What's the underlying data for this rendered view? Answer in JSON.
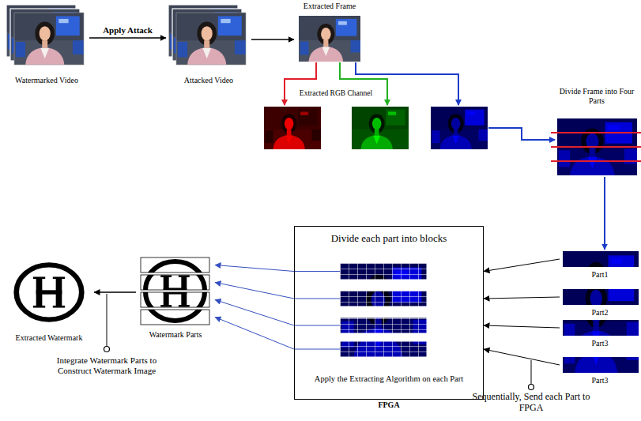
{
  "diagram": {
    "nodes": [
      {
        "text": [
          "Watermarked Video"
        ]
      },
      {
        "text": [
          "Attacked Video"
        ]
      },
      {
        "text": [
          "Extracted Frame"
        ]
      },
      {
        "text": [
          "Divide Frame into Four Parts"
        ]
      },
      {
        "text": [
          "Part1"
        ]
      },
      {
        "text": [
          "Part2"
        ]
      },
      {
        "text": [
          "Part3"
        ]
      },
      {
        "text": [
          "Part3"
        ]
      },
      {
        "text": [
          "Divide each part into blocks",
          "Apply the Extracting Algorithm on each Part",
          "FPGA"
        ]
      },
      {
        "text": [
          "Watermark Parts"
        ]
      },
      {
        "text": [
          "Extracted Watermark"
        ]
      }
    ],
    "edges": [
      {
        "from": 0,
        "to": 1,
        "arrow": "to",
        "label": "Apply Attack"
      },
      {
        "from": 1,
        "to": 2,
        "arrow": "to"
      },
      {
        "from": 3,
        "to": 4,
        "arrow": "to"
      },
      {
        "from": 4,
        "to": 8,
        "arrow": "to"
      },
      {
        "from": 5,
        "to": 8,
        "arrow": "to"
      },
      {
        "from": 6,
        "to": 8,
        "arrow": "to"
      },
      {
        "from": 7,
        "to": 8,
        "arrow": "to"
      },
      {
        "from": 8,
        "to": 9,
        "arrow": "to"
      },
      {
        "from": 8,
        "to": 9,
        "arrow": "to"
      },
      {
        "from": 8,
        "to": 9,
        "arrow": "to"
      },
      {
        "from": 8,
        "to": 9,
        "arrow": "to"
      },
      {
        "from": 9,
        "to": 10,
        "arrow": "to"
      }
    ],
    "labels": [
      "Extracted RGB Channel",
      "Sequentially, Send each Part to FPGA",
      "Integrate Watermark Parts to Construct Watermark Image"
    ]
  }
}
